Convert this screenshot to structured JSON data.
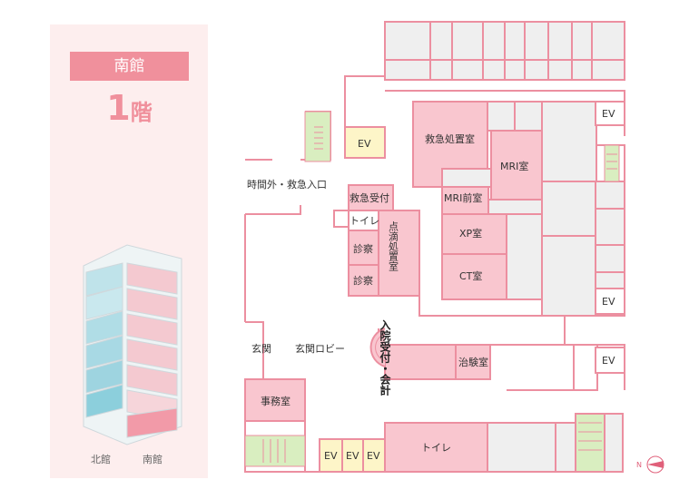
{
  "sidebar": {
    "building": "南館",
    "floor_number": "1",
    "floor_unit": "階",
    "wing_north": "北館",
    "wing_south": "南館"
  },
  "rooms": {
    "ev": "EV",
    "emergency_treatment": "救急処置室",
    "mri": "MRI室",
    "mri_front": "MRI前室",
    "xp": "XP室",
    "ct": "CT室",
    "emergency_reception": "救急受付",
    "toilet_small": "トイレ",
    "exam1": "診察",
    "exam2": "診察",
    "infusion": "点滴処置室",
    "admission": "入院受付・会計",
    "lab": "治験室",
    "office": "事務室",
    "toilet_large": "トイレ"
  },
  "labels": {
    "after_hours": "時間外・救急入口",
    "entrance": "玄関",
    "lobby": "玄関ロビー"
  },
  "compass": "N",
  "colors": {
    "outline": "#ec8fa0",
    "room_pink": "#f9c6cf",
    "room_gray": "#efefef",
    "ev_yellow": "#fdf5c8",
    "stairs_green": "#d9eec0",
    "sidebar_bg": "#fdeeee",
    "accent": "#f0909c"
  }
}
